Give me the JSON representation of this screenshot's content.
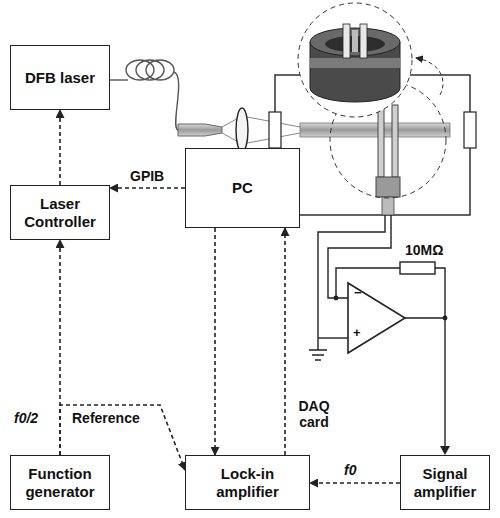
{
  "diagram": {
    "nodes": [
      {
        "text": [
          "DFB laser"
        ]
      },
      {
        "text": [
          "Laser Controller"
        ]
      },
      {
        "text": [
          "PC"
        ]
      },
      {
        "text": [
          "Function generator"
        ]
      },
      {
        "text": [
          "Lock-in amplifier"
        ]
      },
      {
        "text": [
          "Signal amplifier"
        ]
      }
    ],
    "edges": [
      {
        "from": 1,
        "to": 0,
        "arrow": "to"
      },
      {
        "from": 2,
        "to": 1,
        "label": "GPIB",
        "arrow": "to"
      },
      {
        "from": 2,
        "to": 4,
        "arrow": "to"
      },
      {
        "from": 4,
        "to": 2,
        "label": "DAQ card",
        "arrow": "to"
      },
      {
        "from": 3,
        "to": 1,
        "label": "f0/2",
        "arrow": "to"
      },
      {
        "from": 3,
        "to": 4,
        "label": "Reference",
        "arrow": "to"
      },
      {
        "from": 5,
        "to": 4,
        "label": "f0",
        "arrow": "to"
      }
    ],
    "labels": [
      "10MΩ",
      "−",
      "+"
    ]
  }
}
